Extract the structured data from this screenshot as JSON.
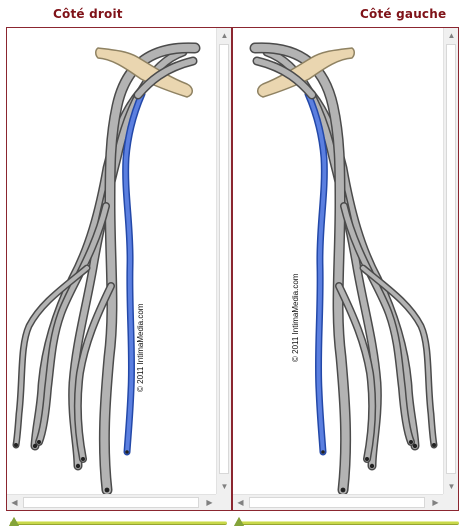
{
  "panels": [
    {
      "title": "Côté droit",
      "copyright": "© 2011 IntimaMedia.com",
      "slider_value": 0
    },
    {
      "title": "Côté gauche",
      "copyright": "© 2011 IntimaMedia.com",
      "slider_value": 0
    }
  ],
  "scrollbar_icons": {
    "up": "▲",
    "down": "▼",
    "left": "◀",
    "right": "▶"
  },
  "colors": {
    "title": "#7f1218",
    "panel_border": "#8b2630",
    "bone": "#ead6b0",
    "vein_gray": "#a8a8a8",
    "vein_blue": "#5b7fe0",
    "slider_track": "#c8d84a",
    "slider_thumb": "#84a43a"
  }
}
